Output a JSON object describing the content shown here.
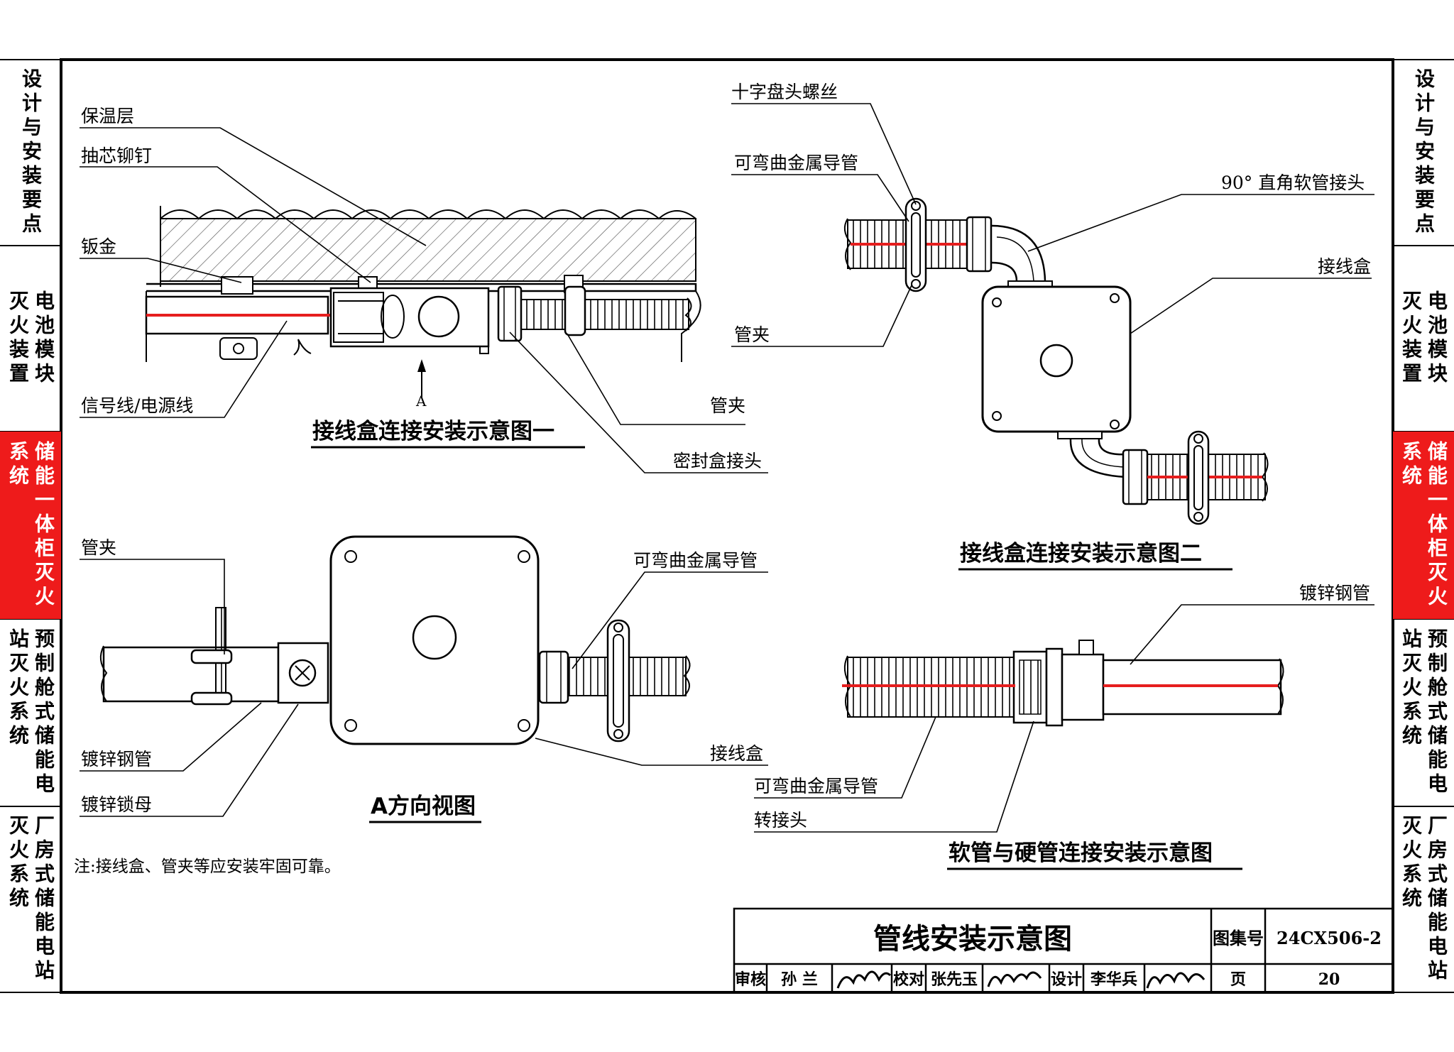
{
  "side_tabs": [
    {
      "text": "设计与安装要点",
      "active": false
    },
    {
      "text": "电池模块灭火装置",
      "active": false
    },
    {
      "text": "储能一体柜灭火系统",
      "active": true
    },
    {
      "text": "预制舱式储能电站灭火系统",
      "active": false
    },
    {
      "text": "厂房式储能电站灭火系统",
      "active": false
    }
  ],
  "fig1": {
    "title": "接线盒连接安装示意图一",
    "labels": {
      "insulation": "保温层",
      "rivet": "抽芯铆钉",
      "sheet_metal": "钣金",
      "signal_power": "信号线/电源线",
      "pipe_clamp": "管夹",
      "seal_joint": "密封盒接头",
      "view_arrow": "A"
    }
  },
  "fig2": {
    "title": "接线盒连接安装示意图二",
    "labels": {
      "screw": "十字盘头螺丝",
      "flex_conduit": "可弯曲金属导管",
      "elbow_joint": "90° 直角软管接头",
      "junction_box": "接线盒",
      "pipe_clamp": "管夹"
    }
  },
  "fig3": {
    "title": "A方向视图",
    "labels": {
      "pipe_clamp": "管夹",
      "flex_conduit": "可弯曲金属导管",
      "galv_pipe": "镀锌钢管",
      "junction_box": "接线盒",
      "lock_nut": "镀锌锁母"
    }
  },
  "fig4": {
    "title": "软管与硬管连接安装示意图",
    "labels": {
      "galv_pipe": "镀锌钢管",
      "flex_conduit": "可弯曲金属导管",
      "adapter": "转接头"
    }
  },
  "note": "注:接线盒、管夹等应安装牢固可靠。",
  "title_block": {
    "title": "管线安装示意图",
    "atlas_label": "图集号",
    "atlas_no": "24CX506-2",
    "review_label": "审核",
    "reviewer": "孙 兰",
    "check_label": "校对",
    "checker": "张先玉",
    "design_label": "设计",
    "designer": "李华兵",
    "page_label": "页",
    "page_no": "20"
  },
  "colors": {
    "wire": "#e61e1e",
    "tab_active": "#ee1b1b",
    "line": "#000000"
  }
}
